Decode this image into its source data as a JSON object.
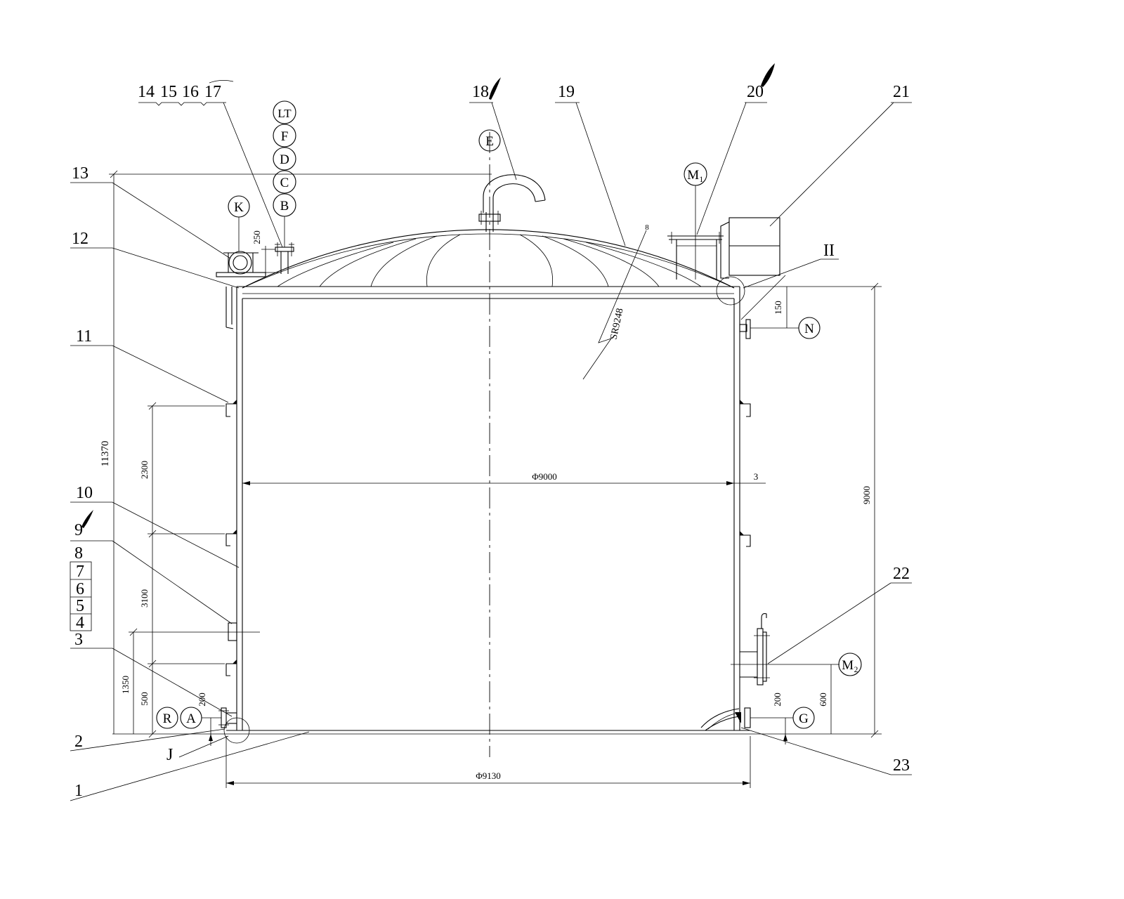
{
  "callouts": {
    "top": [
      "14",
      "15",
      "16",
      "17",
      "18",
      "19",
      "20",
      "21"
    ],
    "left": [
      "13",
      "12",
      "11",
      "10",
      "9",
      "8",
      "7",
      "6",
      "5",
      "4",
      "3",
      "2",
      "J",
      "1"
    ],
    "right": [
      "II",
      "22",
      "23"
    ]
  },
  "nozzle_tags": {
    "stack": [
      "LT",
      "F",
      "D",
      "C",
      "B"
    ],
    "E": "E",
    "K": "K",
    "M1": "M₁",
    "N": "N",
    "M2": "M₂",
    "G": "G",
    "R": "R",
    "A": "A"
  },
  "dimensions": {
    "total_height": "11370",
    "shell_height": "9000",
    "ring_gap_upper": "2300",
    "ring_gap_lower": "3100",
    "first_ring": "500",
    "item9_height": "1350",
    "nozzle_A_height": "200",
    "nozzle_B_height": "250",
    "nozzle_N_offset": "150",
    "nozzle_G_height": "200",
    "manhole_M2_height": "600",
    "shell_diameter": "Φ9000",
    "shell_thickness": "3",
    "bottom_diameter": "Φ9130",
    "roof_radius": "SR9248",
    "roof_thickness": "8"
  }
}
